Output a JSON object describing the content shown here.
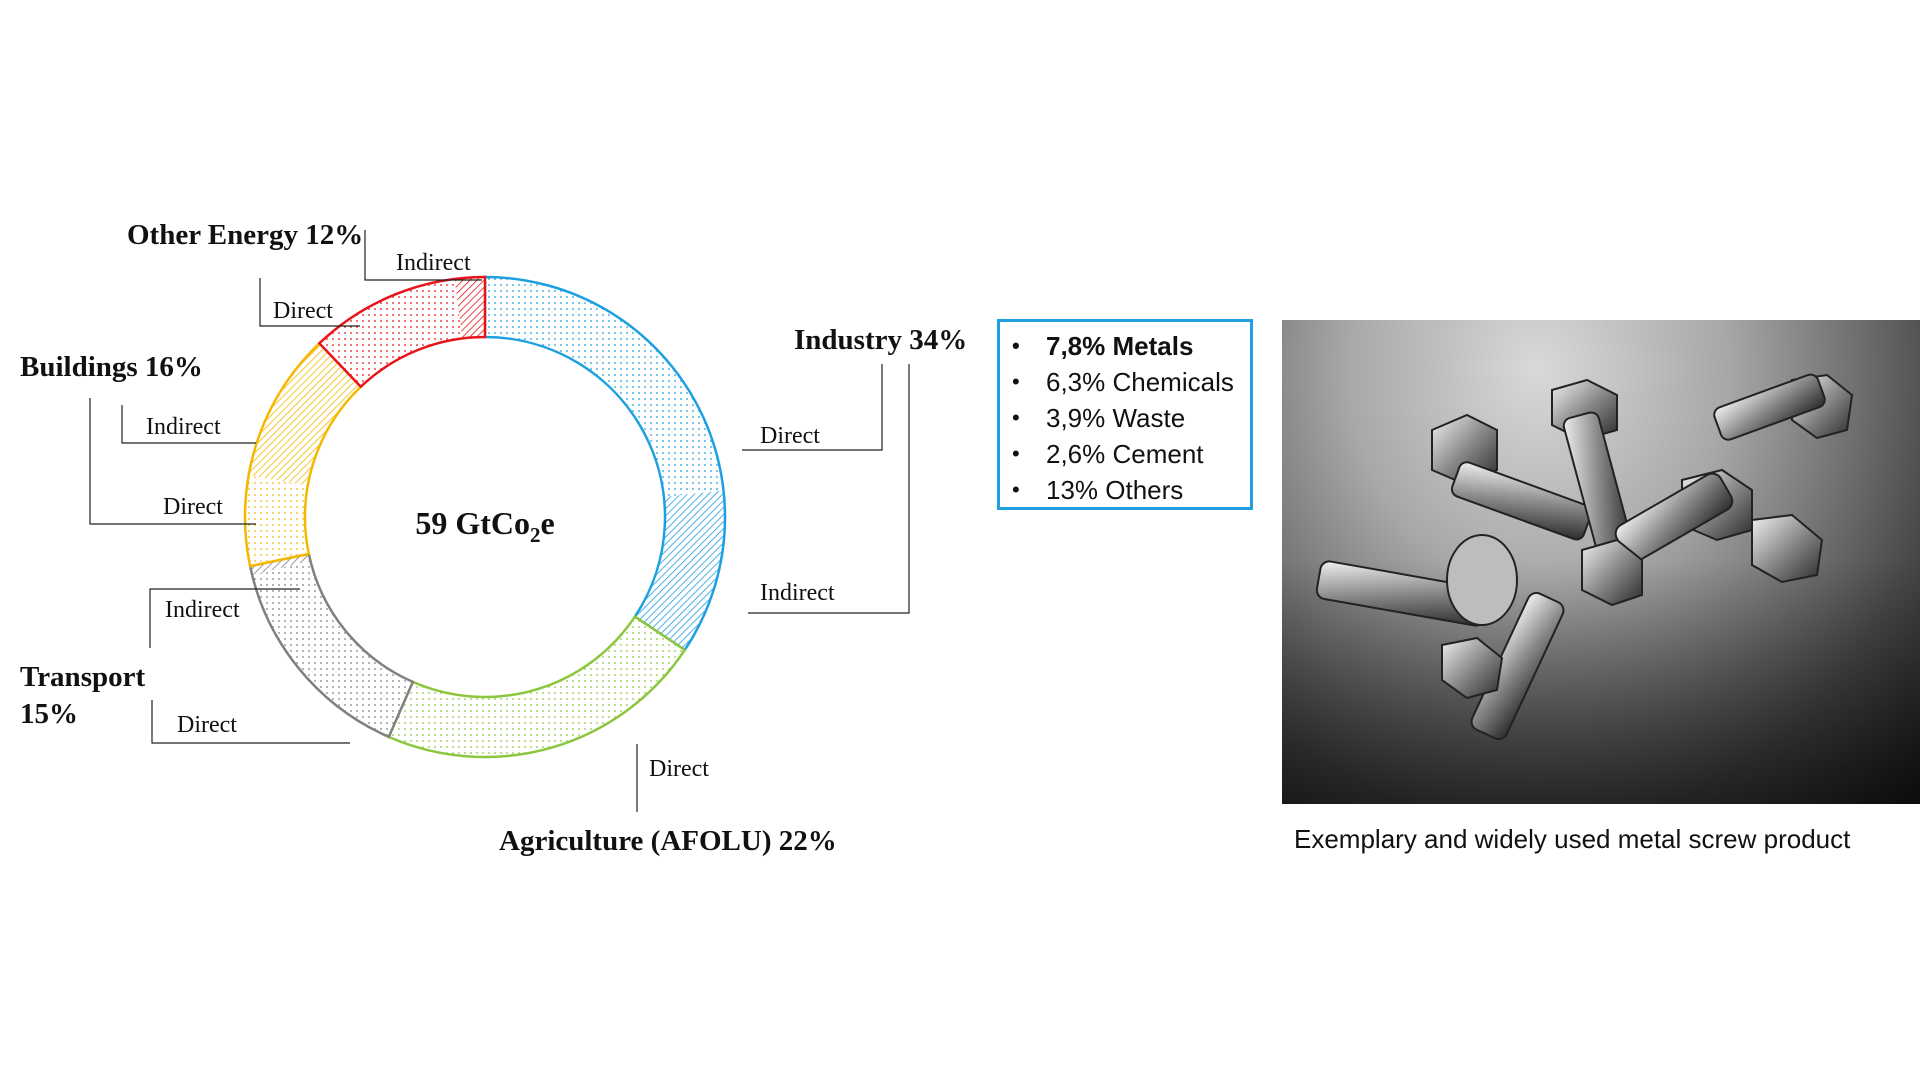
{
  "chart_data": {
    "type": "donut",
    "center_label": {
      "prefix": "59 GtCo",
      "subscript": "2",
      "suffix": "e"
    },
    "sectors": [
      {
        "name": "Industry",
        "share": "34%",
        "value": 34,
        "color": "#1ea0e0",
        "segments": [
          {
            "label": "Direct",
            "value": 23,
            "pattern": "dots"
          },
          {
            "label": "Indirect",
            "value": 11,
            "pattern": "hatch"
          }
        ]
      },
      {
        "name": "Agriculture (AFOLU)",
        "share": "22%",
        "value": 22,
        "color": "#8cc63f",
        "segments": [
          {
            "label": "Direct",
            "value": 22,
            "pattern": "dots"
          }
        ]
      },
      {
        "name": "Transport",
        "share": "15%",
        "value": 15,
        "color": "#808080",
        "segments": [
          {
            "label": "Direct",
            "value": 14.4,
            "pattern": "dots"
          },
          {
            "label": "Indirect",
            "value": 0.6,
            "pattern": "hatch"
          }
        ]
      },
      {
        "name": "Buildings",
        "share": "16%",
        "value": 16,
        "color": "#f5b800",
        "segments": [
          {
            "label": "Direct",
            "value": 6,
            "pattern": "dots"
          },
          {
            "label": "Indirect",
            "value": 10,
            "pattern": "hatch"
          }
        ]
      },
      {
        "name": "Other Energy",
        "share": "12%",
        "value": 12,
        "color": "#e8141b",
        "segments": [
          {
            "label": "Direct",
            "value": 10,
            "pattern": "dots"
          },
          {
            "label": "Indirect",
            "value": 2,
            "pattern": "hatch"
          }
        ]
      }
    ]
  },
  "labels": {
    "other_energy": "Other Energy 12%",
    "buildings": "Buildings 16%",
    "transport_line1": "Transport",
    "transport_line2": "15%",
    "industry": "Industry 34%",
    "agriculture": "Agriculture (AFOLU) 22%",
    "indirect": "Indirect",
    "direct": "Direct"
  },
  "industry_breakdown": [
    {
      "text": "7,8% Metals",
      "bold": true
    },
    {
      "text": "6,3% Chemicals",
      "bold": false
    },
    {
      "text": "3,9% Waste",
      "bold": false
    },
    {
      "text": "2,6% Cement",
      "bold": false
    },
    {
      "text": "13% Others",
      "bold": false
    }
  ],
  "photo": {
    "icon": "metal-screws-photo"
  },
  "caption": "Exemplary and widely used metal screw product"
}
